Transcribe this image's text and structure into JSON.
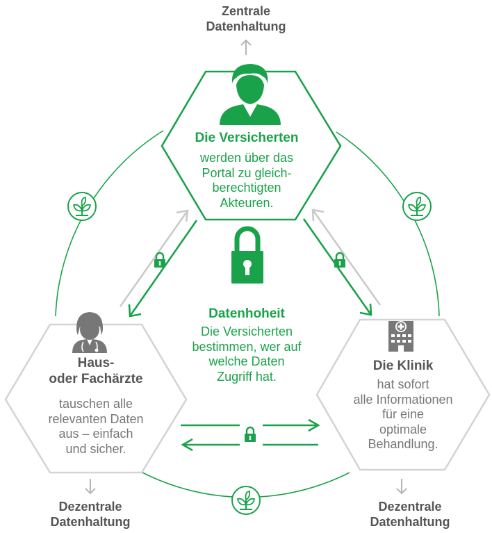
{
  "top_label": {
    "line1": "Zentrale",
    "line2": "Datenhaltung"
  },
  "bottom_left_label": {
    "line1": "Dezentrale",
    "line2": "Datenhaltung"
  },
  "bottom_right_label": {
    "line1": "Dezentrale",
    "line2": "Datenhaltung"
  },
  "insured": {
    "title": "Die Versicherten",
    "body": [
      "werden über das",
      "Portal zu gleich-",
      "berechtigten",
      "Akteuren."
    ]
  },
  "data_sovereignty": {
    "title": "Datenhoheit",
    "body": [
      "Die Versicherten",
      "bestimmen, wer auf",
      "welche Daten",
      "Zugriff hat."
    ]
  },
  "doctors": {
    "title": [
      "Haus-",
      "oder Fachärzte"
    ],
    "body": [
      "tauschen alle",
      "relevanten Daten",
      "aus – einfach",
      "und sicher."
    ]
  },
  "clinic": {
    "title": "Die Klinik",
    "body": [
      "hat sofort",
      "alle Informationen",
      "für eine",
      "optimale",
      "Behandlung."
    ]
  },
  "colors": {
    "green": "#1aa24a",
    "gray": "#c8c8c8",
    "text_gray": "#777777"
  },
  "icons": [
    "person-icon",
    "doctor-icon",
    "hospital-icon",
    "padlock-icon",
    "plant-icon",
    "arrow-up-icon",
    "arrow-down-icon"
  ]
}
